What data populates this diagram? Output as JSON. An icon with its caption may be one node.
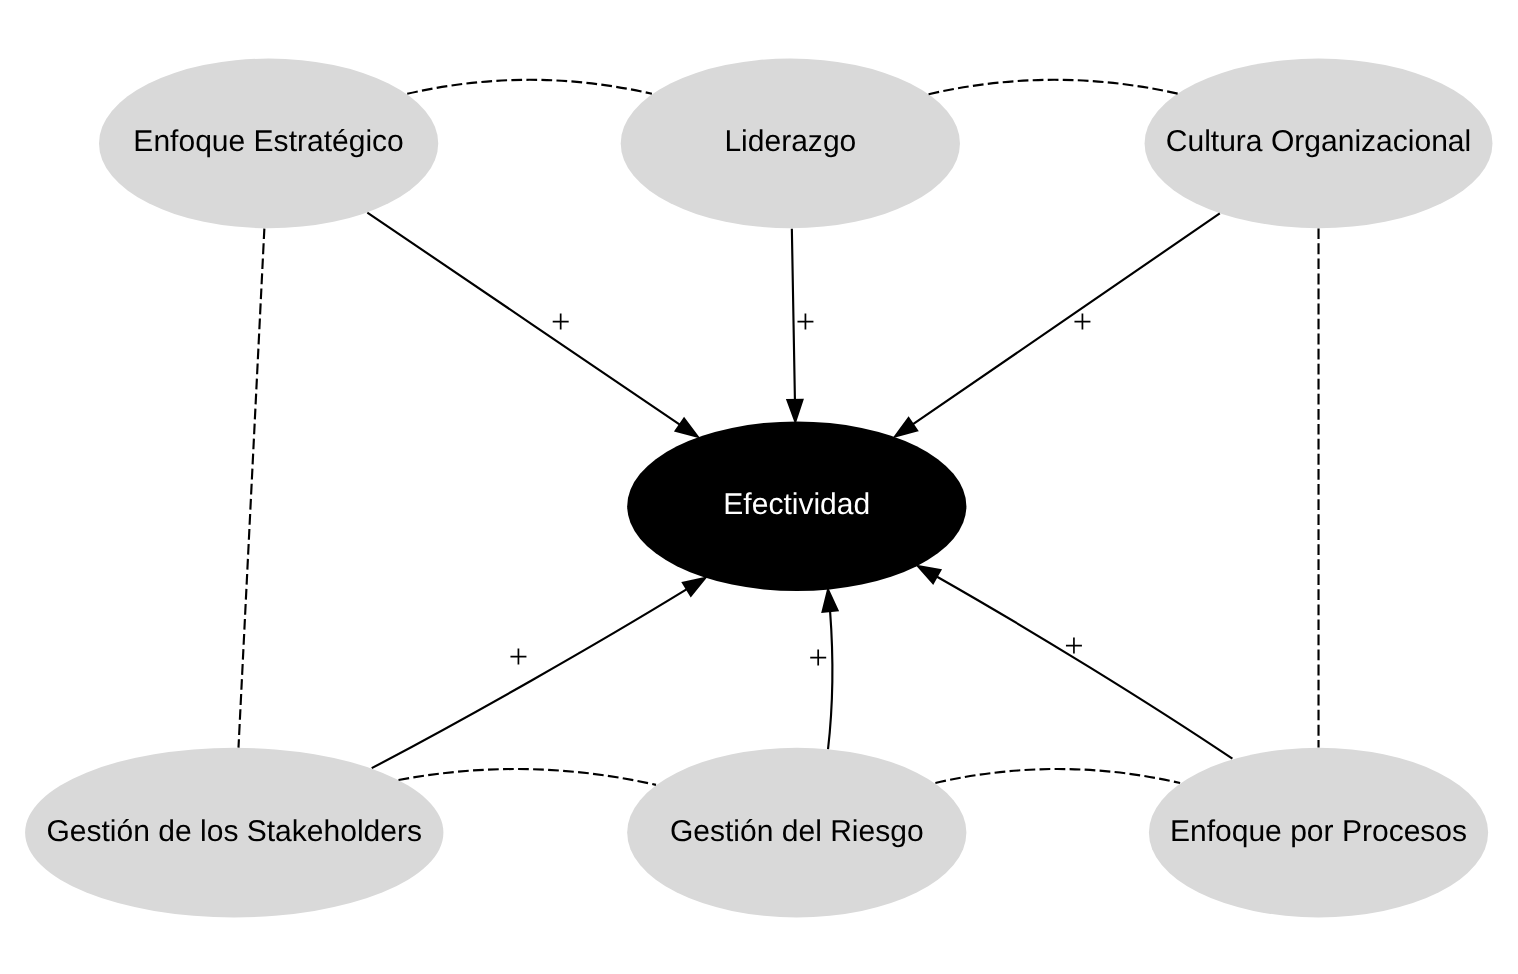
{
  "diagram": {
    "nodes": [
      {
        "text": [
          "Enfoque Estratégico"
        ]
      },
      {
        "text": [
          "Liderazgo"
        ]
      },
      {
        "text": [
          "Cultura Organizacional"
        ]
      },
      {
        "text": [
          "Efectividad"
        ]
      },
      {
        "text": [
          "Gestión de los Stakeholders"
        ]
      },
      {
        "text": [
          "Gestión del Riesgo"
        ]
      },
      {
        "text": [
          "Enfoque por Procesos"
        ]
      }
    ],
    "edges": [
      {
        "from": 0,
        "to": 3,
        "arrow": "to",
        "label": "+"
      },
      {
        "from": 1,
        "to": 3,
        "arrow": "to",
        "label": "+"
      },
      {
        "from": 2,
        "to": 3,
        "arrow": "to",
        "label": "+"
      },
      {
        "from": 4,
        "to": 3,
        "arrow": "to",
        "label": "+"
      },
      {
        "from": 5,
        "to": 3,
        "arrow": "to",
        "label": "+"
      },
      {
        "from": 6,
        "to": 3,
        "arrow": "to",
        "label": "+"
      },
      {
        "from": 0,
        "to": 1,
        "arrow": "none",
        "style": "dashed"
      },
      {
        "from": 1,
        "to": 2,
        "arrow": "none",
        "style": "dashed"
      },
      {
        "from": 0,
        "to": 4,
        "arrow": "none",
        "style": "dashed"
      },
      {
        "from": 2,
        "to": 6,
        "arrow": "none",
        "style": "dashed"
      },
      {
        "from": 4,
        "to": 5,
        "arrow": "none",
        "style": "dashed"
      },
      {
        "from": 5,
        "to": 6,
        "arrow": "none",
        "style": "dashed"
      }
    ]
  }
}
